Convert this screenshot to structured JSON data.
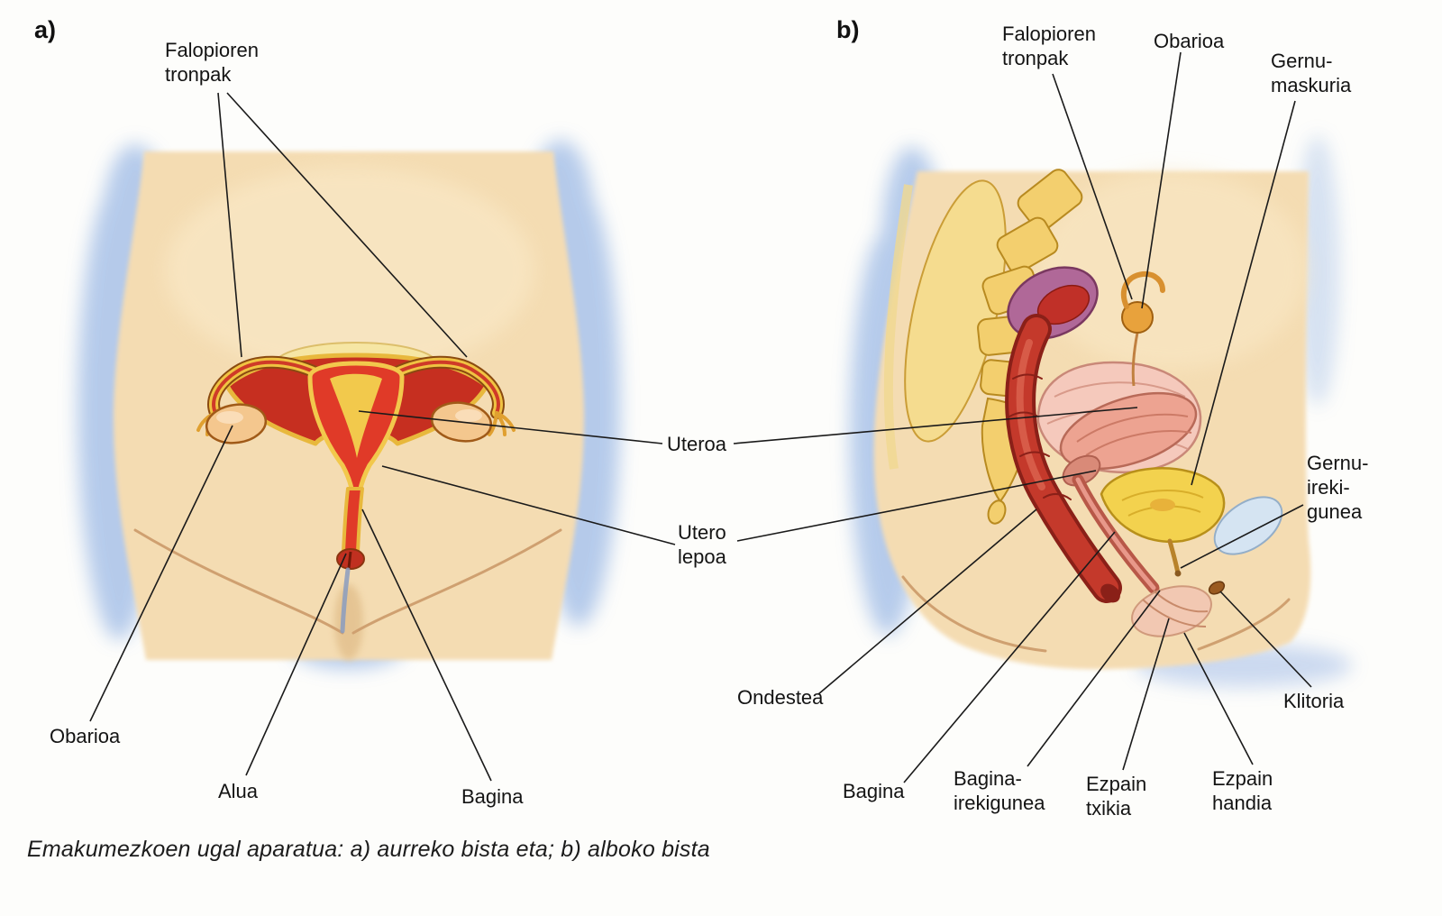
{
  "palette": {
    "background": "#fdfdfb",
    "skin": "#f4dcb2",
    "skin_highlight": "#f9e8c6",
    "blue_shadow": "#a9c2e8",
    "organ_red": "#e03a28",
    "ligament_red": "#c62f20",
    "tube_yellow": "#f0c342",
    "cavity_yellow": "#f2c94c",
    "pale_yellow": "#f6e6a4",
    "ovary_tan": "#f4c78e",
    "spine_yellow": "#f3cf6e",
    "ilium_yellow": "#f6dc8e",
    "sigmoid_purple": "#b06898",
    "rectum_red": "#c4392b",
    "bowel_pink": "#f5c9bc",
    "uterus_pink": "#eda391",
    "bladder_yellow": "#f3d24e",
    "pubic_blue": "#d5e4f2",
    "leader_line": "#1a1a1a"
  },
  "panel_a": {
    "tag": "a)",
    "labels": {
      "fallopian": {
        "lines": [
          "Falopioren",
          "tronpak"
        ]
      },
      "ovary": {
        "text": "Obarioa"
      },
      "vulva": {
        "text": "Alua"
      },
      "vagina": {
        "text": "Bagina"
      }
    }
  },
  "shared": {
    "uterus": {
      "text": "Uteroa"
    },
    "cervix": {
      "lines": [
        "Utero",
        "lepoa"
      ]
    }
  },
  "panel_b": {
    "tag": "b)",
    "labels": {
      "fallopian": {
        "lines": [
          "Falopioren",
          "tronpak"
        ]
      },
      "ovary": {
        "text": "Obarioa"
      },
      "bladder": {
        "lines": [
          "Gernu-",
          "maskuria"
        ]
      },
      "urethral_opening": {
        "lines": [
          "Gernu-",
          "ireki-",
          "gunea"
        ]
      },
      "rectum": {
        "text": "Ondestea"
      },
      "vagina": {
        "text": "Bagina"
      },
      "vaginal_opening": {
        "lines": [
          "Bagina-",
          "irekigunea"
        ]
      },
      "labia_minora": {
        "lines": [
          "Ezpain",
          "txikia"
        ]
      },
      "labia_majora": {
        "lines": [
          "Ezpain",
          "handia"
        ]
      },
      "clitoris": {
        "text": "Klitoria"
      }
    }
  },
  "caption": "Emakumezkoen ugal aparatua: a) aurreko bista eta; b) alboko bista"
}
